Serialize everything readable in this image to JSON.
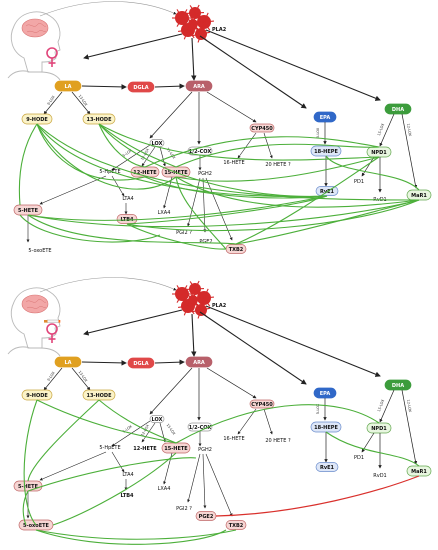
{
  "colors": {
    "green": "#4caf3a",
    "red": "#d9302c",
    "black": "#222222",
    "la": "#e0a020",
    "dgla": "#e04848",
    "ara": "#b8606a",
    "epa": "#3068c8",
    "dha": "#3c9c3c",
    "hode_fill": "#fbf3c8",
    "hete_fill": "#f6d6d4",
    "epa_fill": "#dde6f7",
    "dha_fill": "#e8f6e0",
    "white_pill": "#ffffff"
  },
  "icons": {
    "person": "head-with-brain-icon",
    "female": "female-symbol-icon",
    "cigarette": "cigarette-icon",
    "enzyme": "pla2-enzyme-icon"
  },
  "panels": [
    {
      "id": "top",
      "labels": {
        "pla2": "PLA2",
        "la": "LA",
        "dgla": "DGLA",
        "ara": "ARA",
        "epa": "EPA",
        "dha": "DHA",
        "lox_la1": "9-LOX",
        "lox_la2": "13-LOX",
        "hode9": "9-HODE",
        "hode13": "13-HODE",
        "lox": "LOX",
        "lox5": "5-LOX",
        "lox12": "12-LOX",
        "lox15": "15-LOX",
        "cox": "1/2-COX",
        "cyp": "CYP450",
        "hpete5": "5-HpETE",
        "hete12": "12-HETE",
        "hete15": "15-HETE",
        "lta4": "LTA4",
        "hete5": "5-HETE",
        "ltb4": "LTB4",
        "lxa4": "LXA4",
        "oxoete": "5-oxoETE",
        "pgh2": "PGH2",
        "pgi2": "PGI2 ?",
        "pge2": "PGE2",
        "txb2": "TXB2",
        "hete16": "16-HETE",
        "hete20": "20 HETE ?",
        "lox_epa": "5-LOX",
        "hepe18": "18-HEPE",
        "rve1": "RvE1",
        "lox_dha1": "15-LOX",
        "lox_dha2": "12-LOX",
        "npd1": "NPD1",
        "pd1": "PD1",
        "rvd1": "RvD1",
        "mar1": "MaR1"
      }
    },
    {
      "id": "bottom",
      "labels": {
        "pla2": "PLA2",
        "la": "LA",
        "dgla": "DGLA",
        "ara": "ARA",
        "epa": "EPA",
        "dha": "DHA",
        "lox_la1": "9-LOX",
        "lox_la2": "13-LOX",
        "hode9": "9-HODE",
        "hode13": "13-HODE",
        "lox": "LOX",
        "lox5": "5-LOX",
        "lox12": "12-LOX",
        "lox15": "15-LOX",
        "cox": "1/2-COX",
        "cyp": "CYP450",
        "hpete5": "5-HpETE",
        "hete12": "12-HETE",
        "hete15": "15-HETE",
        "lta4": "LTA4",
        "hete5": "5-HETE",
        "ltb4": "LTB4",
        "lxa4": "LXA4",
        "oxoete": "5-oxoETE",
        "pgh2": "PGH2",
        "pgi2": "PGI2 ?",
        "pge2": "PGE2",
        "txb2": "TXB2",
        "hete16": "16-HETE",
        "hete20": "20 HETE ?",
        "lox_epa": "5-LOX",
        "hepe18": "18-HEPE",
        "rve1": "RvE1",
        "lox_dha1": "15-LOX",
        "lox_dha2": "12-LOX",
        "npd1": "NPD1",
        "pd1": "PD1",
        "rvd1": "RvD1",
        "mar1": "MaR1"
      }
    }
  ]
}
